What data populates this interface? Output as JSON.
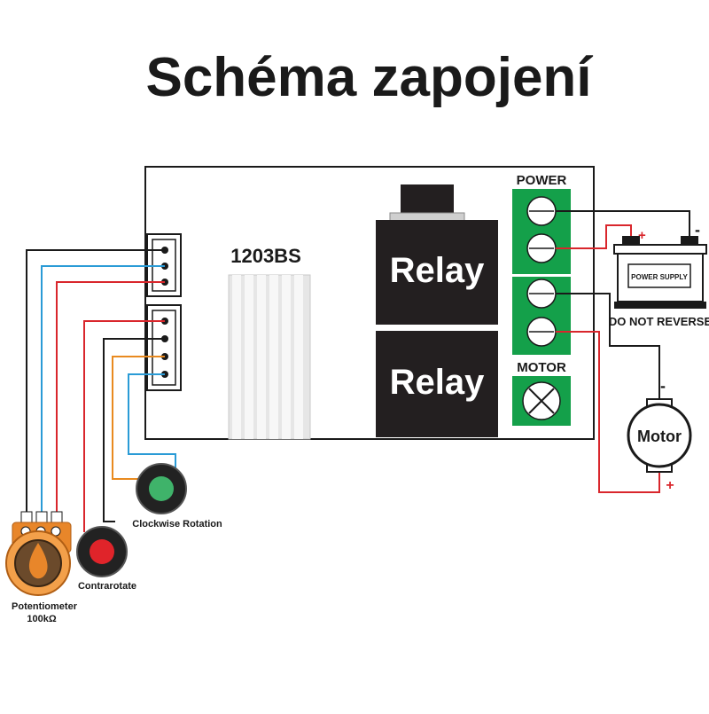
{
  "title": "Schéma zapojení",
  "board": {
    "model": "1203BS",
    "relay_top": "Relay",
    "relay_bottom": "Relay",
    "power_label": "POWER",
    "motor_label": "MOTOR"
  },
  "power_supply": {
    "label": "POWER SUPPLY",
    "warning": "DO NOT REVERSE",
    "plus": "+",
    "minus": "-"
  },
  "motor": {
    "label": "Motor",
    "plus": "+",
    "minus": "-"
  },
  "clockwise": {
    "label": "Clockwise Rotation",
    "color": "#3fb36a"
  },
  "contrarotate": {
    "label": "Contrarotate",
    "color": "#e0242a"
  },
  "potentiometer": {
    "label_line1": "Potentiometer",
    "label_line2": "100kΩ"
  },
  "colors": {
    "wire_black": "#1a1a1a",
    "wire_blue": "#2a9bd6",
    "wire_red": "#d9262c",
    "wire_orange": "#e98a1f",
    "terminal_green": "#14a04a",
    "relay": "#231f20",
    "pot_orange": "#e8862a"
  }
}
